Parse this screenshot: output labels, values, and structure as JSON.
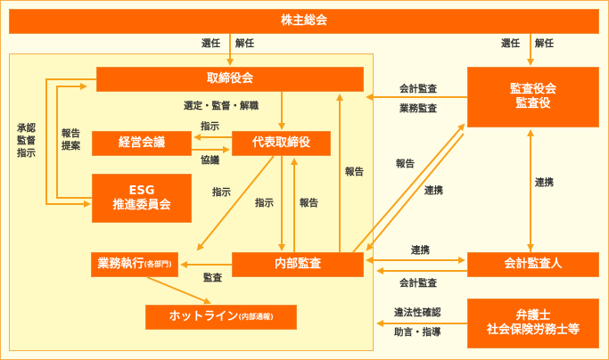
{
  "boxes": {
    "shareholders": "株主総会",
    "board": "取締役会",
    "mgmt_meeting": "経営会議",
    "ceo": "代表取締役",
    "esg_1": "ESG",
    "esg_2": "推進委員会",
    "operations": "業務執行",
    "operations_sub": "(各部門)",
    "internal_audit": "内部監査",
    "hotline": "ホットライン",
    "hotline_sub": "(内部通報)",
    "auditors_1": "監査役会",
    "auditors_2": "監査役",
    "accounting_auditor": "会計監査人",
    "lawyers_1": "弁護士",
    "lawyers_2": "社会保険労務士等"
  },
  "labels": {
    "elect": "選任",
    "dismiss": "解任",
    "elect2": "選任",
    "dismiss2": "解任",
    "select": "選定・監督・解職",
    "approve": "承認",
    "supervise": "監督",
    "instruct_left": "指示",
    "report": "報告",
    "propose": "提案",
    "instruct_mgmt": "指示",
    "deliberate": "協議",
    "instruct_ops": "指示",
    "instruct_audit": "指示",
    "report_audit": "報告",
    "report_board": "報告",
    "report_auditors": "報告",
    "coop_auditors": "連携",
    "acct_audit_top": "会計監査",
    "business_audit": "業務監査",
    "coop_right": "連携",
    "coop_acct": "連携",
    "acct_audit_bottom": "会計監査",
    "audit": "監査",
    "legality": "違法性確認",
    "advice": "助言・指導"
  },
  "colors": {
    "box": "#ff6600",
    "arrow": "#f7a21b",
    "inner_bg": "#fff9c4"
  }
}
